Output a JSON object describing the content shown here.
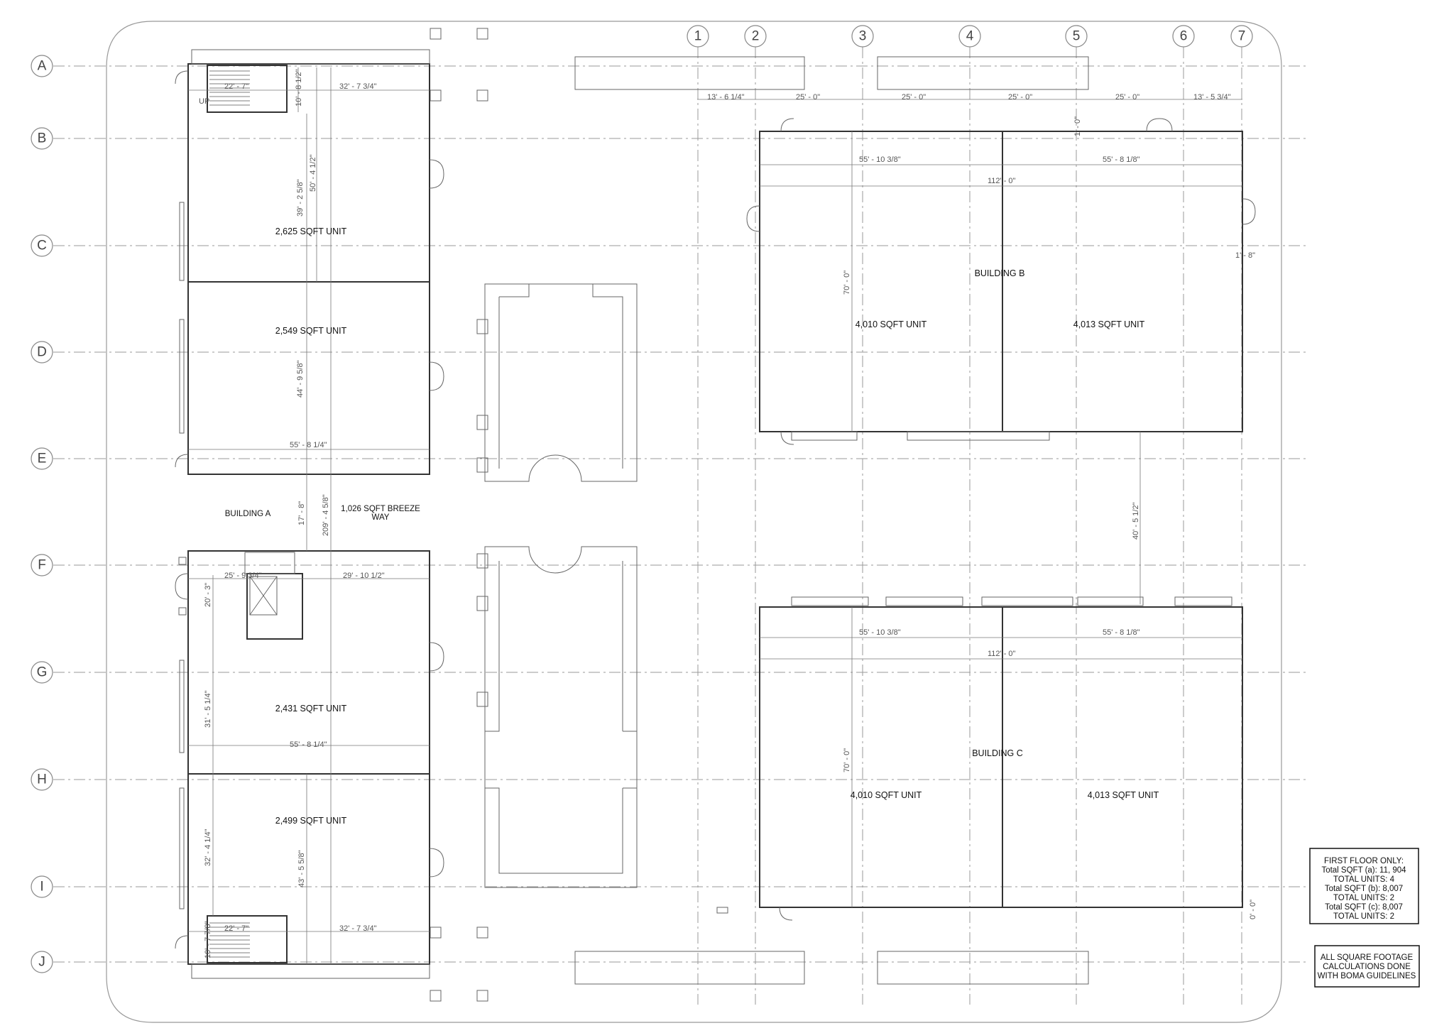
{
  "grid": {
    "rows": [
      "A",
      "B",
      "C",
      "D",
      "E",
      "F",
      "G",
      "H",
      "I",
      "J"
    ],
    "cols": [
      "1",
      "2",
      "3",
      "4",
      "5",
      "6",
      "7"
    ]
  },
  "building_a": {
    "name": "BUILDING A",
    "unit1": "2,625 SQFT UNIT",
    "unit2": "2,549 SQFT UNIT",
    "unit3": "2,431 SQFT UNIT",
    "unit4": "2,499 SQFT UNIT",
    "breezeway_line1": "1,026 SQFT BREEZE",
    "breezeway_line2": "WAY",
    "up_label": "UP",
    "dims": {
      "stair_top_w": "22' - 7\"",
      "stair_top_h": "10' - 8 1/2\"",
      "top_w": "32' - 7 3/4\"",
      "unit1_h": "39' - 2 5/8\"",
      "upper_h": "50' - 4 1/2\"",
      "unit2_h": "44' - 9 5/8\"",
      "upper_w": "55' - 8 1/4\"",
      "gap_h": "17' - 8\"",
      "overall_h": "209' - 4 5/8\"",
      "lower_left_w": "25' - 9 3/4\"",
      "lower_right_w": "29' - 10 1/2\"",
      "stair_low_h": "20' - 3\"",
      "unit3_h": "31' - 5 1/4\"",
      "lower_w": "55' - 8 1/4\"",
      "unit4_h": "32' - 4 1/4\"",
      "unit4_tall_h": "43' - 5 5/8\"",
      "stair_bot_h": "10' - 7 7/8\"",
      "stair_bot_w": "22' - 7\"",
      "bottom_w": "32' - 7 3/4\""
    }
  },
  "building_b": {
    "name": "BUILDING B",
    "unit_left": "4,010 SQFT UNIT",
    "unit_right": "4,013 SQFT UNIT",
    "dims": {
      "d12": "13' - 6 1/4\"",
      "d23": "25' - 0\"",
      "d34": "25' - 0\"",
      "d45": "25' - 0\"",
      "d56": "25' - 0\"",
      "d67": "13' - 5 3/4\"",
      "offset_top": "1' - 0\"",
      "left_w": "55' - 10 3/8\"",
      "right_w": "55' - 8 1/8\"",
      "total_w": "112' - 0\"",
      "height": "70' - 0\"",
      "right_offset": "1' - 8\"",
      "gap_bc": "40' - 5 1/2\""
    }
  },
  "building_c": {
    "name": "BUILDING C",
    "unit_left": "4,010 SQFT UNIT",
    "unit_right": "4,013 SQFT UNIT",
    "dims": {
      "left_w": "55' - 10 3/8\"",
      "right_w": "55' - 8 1/8\"",
      "total_w": "112' - 0\"",
      "height": "70' - 0\"",
      "offset_bottom": "0' - 0\""
    }
  },
  "summary": {
    "lines": [
      "FIRST FLOOR ONLY:",
      "Total SQFT (a): 11, 904",
      "TOTAL UNITS: 4",
      "Total SQFT (b): 8,007",
      "TOTAL UNITS: 2",
      "Total SQFT (c): 8,007",
      "TOTAL UNITS: 2"
    ]
  },
  "boma_note": {
    "lines": [
      "ALL SQUARE FOOTAGE",
      "CALCULATIONS DONE",
      "WITH BOMA GUIDELINES"
    ]
  }
}
